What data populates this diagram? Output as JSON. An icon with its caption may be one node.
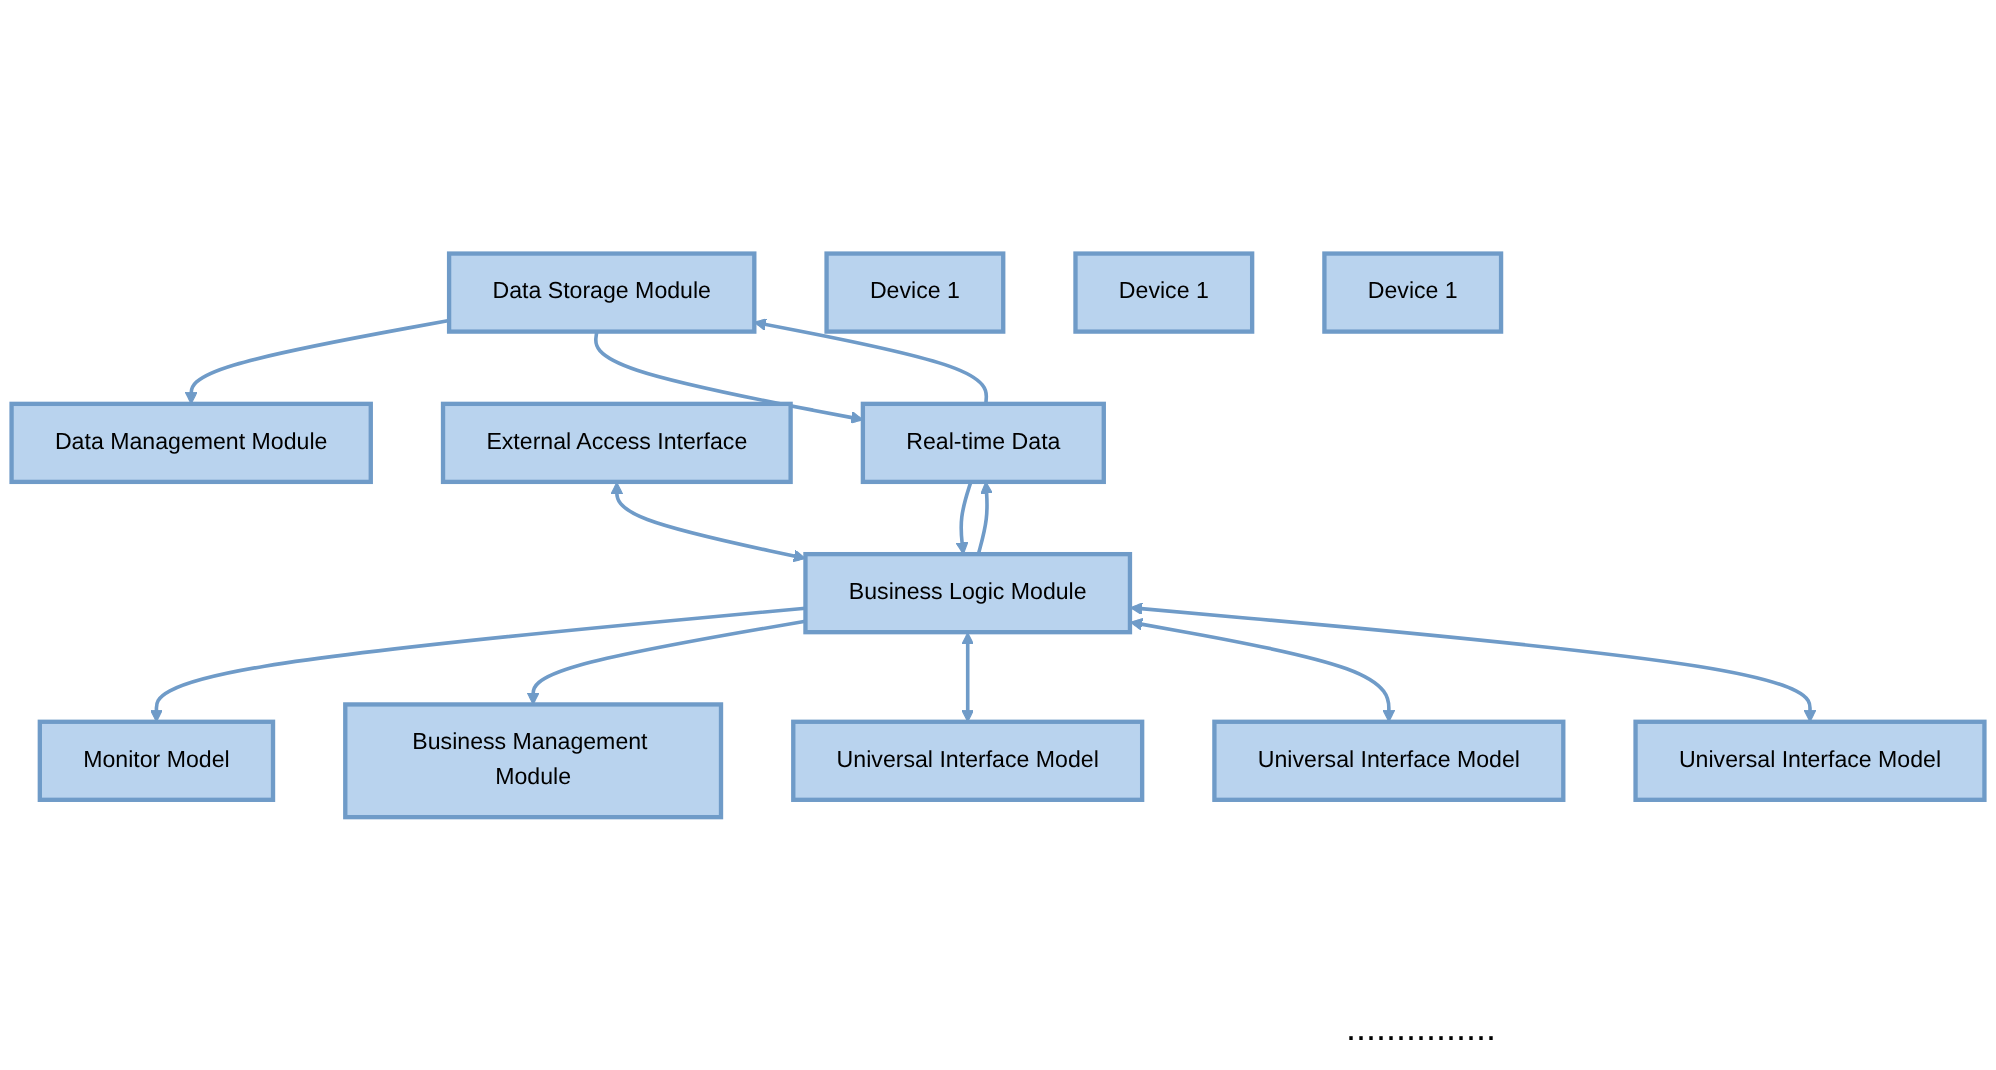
{
  "diagram": {
    "nodes": [
      {
        "text": [
          "Data Storage Module"
        ]
      },
      {
        "text": [
          "Data Management Module"
        ]
      },
      {
        "text": [
          "External Access Interface"
        ]
      },
      {
        "text": [
          "Real-time Data"
        ]
      },
      {
        "text": [
          "Monitor Model"
        ]
      },
      {
        "text": [
          "Business Logic Module"
        ]
      },
      {
        "text": [
          "Business Management Module"
        ]
      },
      {
        "text": [
          "Universal Interface Model"
        ]
      },
      {
        "text": [
          "Universal Interface Model"
        ]
      },
      {
        "text": [
          "Universal Interface Model"
        ]
      },
      {
        "text": [
          "Device 1"
        ]
      },
      {
        "text": [
          "Device 1"
        ]
      },
      {
        "text": [
          "Device 1"
        ]
      }
    ],
    "edges": [
      {
        "from": 0,
        "to": 1,
        "arrow": "to"
      },
      {
        "from": 3,
        "to": 0,
        "arrow": "to"
      },
      {
        "from": 0,
        "to": 3,
        "arrow": "to"
      },
      {
        "from": 5,
        "to": 3,
        "arrow": "to"
      },
      {
        "from": 3,
        "to": 5,
        "arrow": "to"
      },
      {
        "from": 2,
        "to": 5,
        "arrow": "both"
      },
      {
        "from": 5,
        "to": 4,
        "arrow": "to"
      },
      {
        "from": 5,
        "to": 6,
        "arrow": "to"
      },
      {
        "from": 5,
        "to": 7,
        "arrow": "both"
      },
      {
        "from": 5,
        "to": 8,
        "arrow": "both"
      },
      {
        "from": 5,
        "to": 9,
        "arrow": "both"
      }
    ],
    "labels": [
      "..............."
    ]
  }
}
